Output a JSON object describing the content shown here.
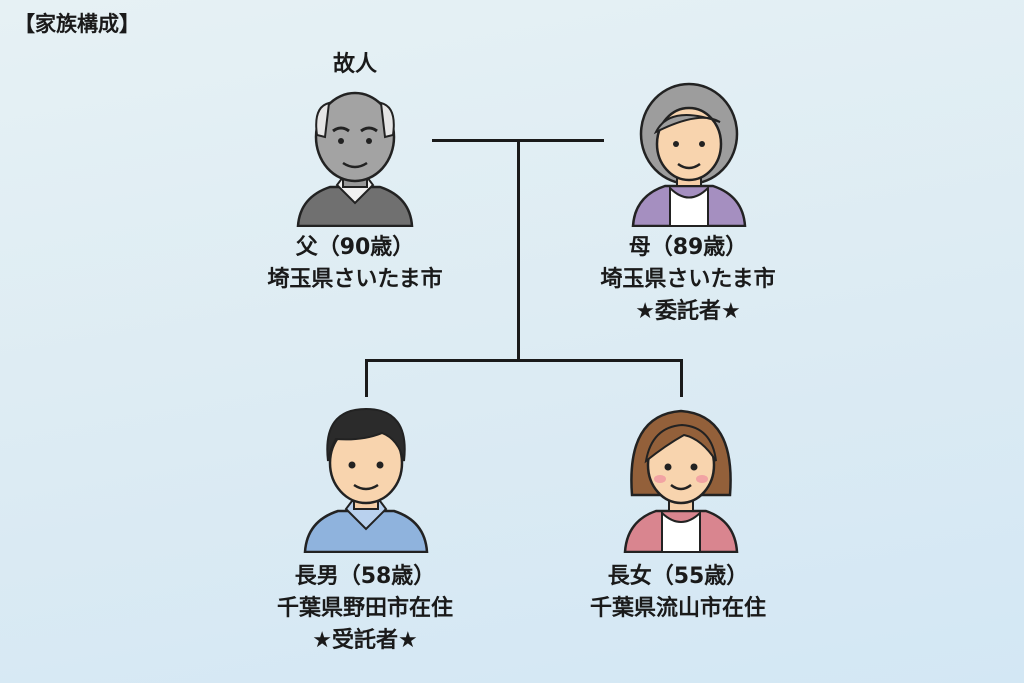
{
  "title": "【家族構成】",
  "deceased_label": "故人",
  "members": {
    "father": {
      "name": "父（90歳）",
      "address": "埼玉県さいたま市"
    },
    "mother": {
      "name": "母（89歳）",
      "address": "埼玉県さいたま市",
      "role": "★委託者★"
    },
    "son": {
      "name": "長男（58歳）",
      "address": "千葉県野田市在住",
      "role": "★受託者★"
    },
    "daughter": {
      "name": "長女（55歳）",
      "address": "千葉県流山市在住"
    }
  }
}
